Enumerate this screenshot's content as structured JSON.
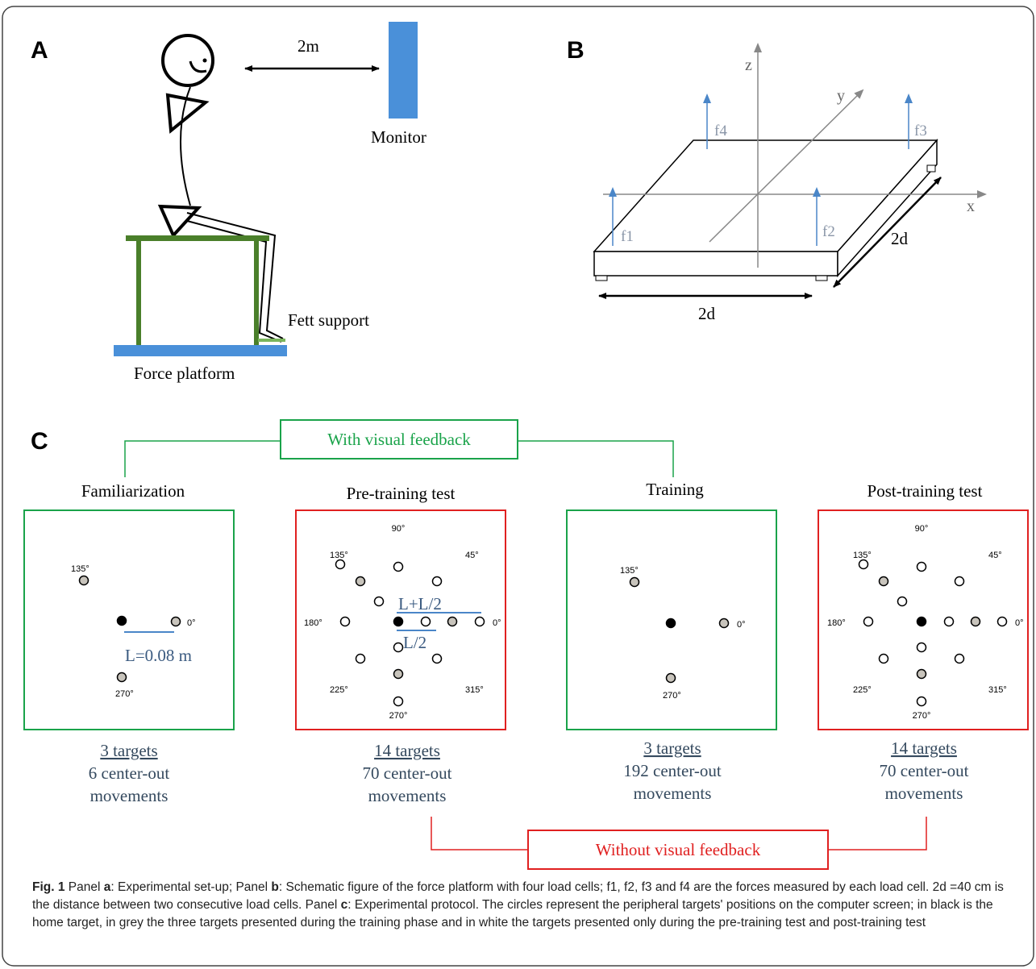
{
  "panelA": {
    "letter": "A",
    "distance": "2m",
    "monitor": "Monitor",
    "feet_support": "Fett support",
    "force_platform": "Force platform"
  },
  "panelB": {
    "letter": "B",
    "axis_x": "x",
    "axis_y": "y",
    "axis_z": "z",
    "f1": "f1",
    "f2": "f2",
    "f3": "f3",
    "f4": "f4",
    "dim_front": "2d",
    "dim_side": "2d"
  },
  "panelC": {
    "letter": "C",
    "with_feedback": "With visual feedback",
    "without_feedback": "Without visual feedback",
    "stages": [
      {
        "title": "Familiarization",
        "targets": "3 targets",
        "movements_line1": "6 center-out",
        "movements_line2": "movements"
      },
      {
        "title": "Pre-training test",
        "targets": "14 targets",
        "movements_line1": "70 center-out",
        "movements_line2": "movements"
      },
      {
        "title": "Training",
        "targets": "3 targets",
        "movements_line1": "192 center-out",
        "movements_line2": "movements"
      },
      {
        "title": "Post-training test",
        "targets": "14 targets",
        "movements_line1": "70 center-out",
        "movements_line2": "movements"
      }
    ],
    "angles": {
      "a0": "0°",
      "a45": "45°",
      "a90": "90°",
      "a135": "135°",
      "a180": "180°",
      "a225": "225°",
      "a270": "270°",
      "a315": "315°"
    },
    "label_L": "L=0.08 m",
    "label_LL2": "L+L/2",
    "label_L2": "L/2",
    "colors": {
      "green": "#1aa34a",
      "red": "#e02020",
      "blue": "#4a86c8",
      "plat_green": "#4a7f2a",
      "grey_target": "#c8c4bc"
    }
  },
  "caption": {
    "fig": "Fig. 1",
    "t1": " Panel ",
    "a": "a",
    "t2": ": Experimental set-up; Panel ",
    "b": "b",
    "t3": ": Schematic figure of the force platform with four load cells; f1, f2, f3 and f4 are the forces measured by each load cell. 2d =40 cm is the distance between two consecutive load cells. Panel ",
    "c": "c",
    "t4": ": Experimental protocol. The circles represent the peripheral targets' positions on the computer screen; in black is the home target, in grey the three targets presented during the training phase and in white the targets presented only during the pre-training test and post-training test"
  }
}
